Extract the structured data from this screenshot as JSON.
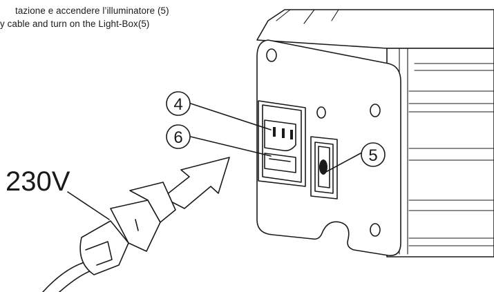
{
  "caption": {
    "line_it": "tazione e accendere l’illuminatore (5)",
    "line_en": "y cable and turn on the Light-Box(5)"
  },
  "voltage_label": "230V",
  "callouts": {
    "inlet": "4",
    "fuse_holder": "6",
    "power_switch": "5"
  }
}
